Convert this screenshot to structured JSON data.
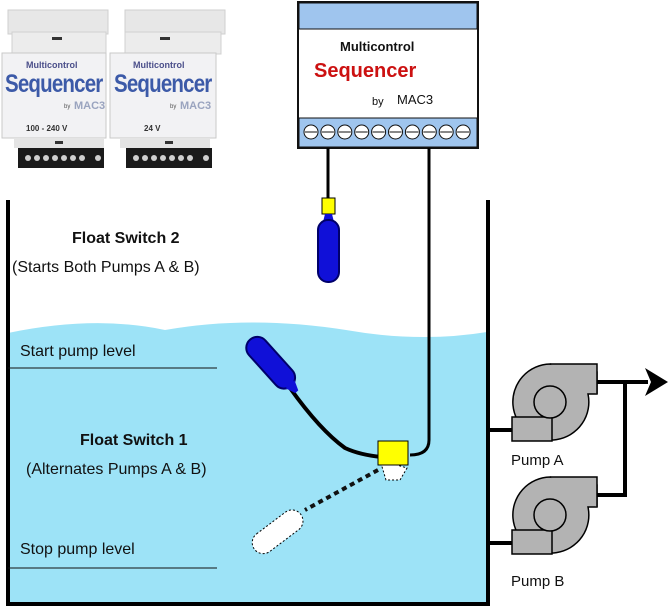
{
  "devices_photo": {
    "units": [
      {
        "brand": "Multicontrol",
        "name": "Sequencer",
        "by": "by",
        "maker": "MAC3",
        "voltage": "100 - 240 V"
      },
      {
        "brand": "Multicontrol",
        "name": "Sequencer",
        "by": "by",
        "maker": "MAC3",
        "voltage": "24 V"
      }
    ]
  },
  "controller": {
    "brand": "Multicontrol",
    "name": "Sequencer",
    "by": "by",
    "maker": "MAC3",
    "terminal_count": 10,
    "colors": {
      "panel": "#9fc5ee",
      "name_text": "#cc1111"
    }
  },
  "tank": {
    "water_color": "#9de3f7",
    "float_switch_2": {
      "title": "Float Switch 2",
      "description": "(Starts Both Pumps A & B)"
    },
    "float_switch_1": {
      "title": "Float Switch 1",
      "description": "(Alternates Pumps A & B)"
    },
    "start_level_label": "Start pump level",
    "stop_level_label": "Stop pump level"
  },
  "pumps": [
    {
      "label": "Pump A"
    },
    {
      "label": "Pump B"
    }
  ],
  "colors": {
    "float": "#1010d8",
    "float_clamp": "#ffff00",
    "pump": "#b3b3b3"
  }
}
